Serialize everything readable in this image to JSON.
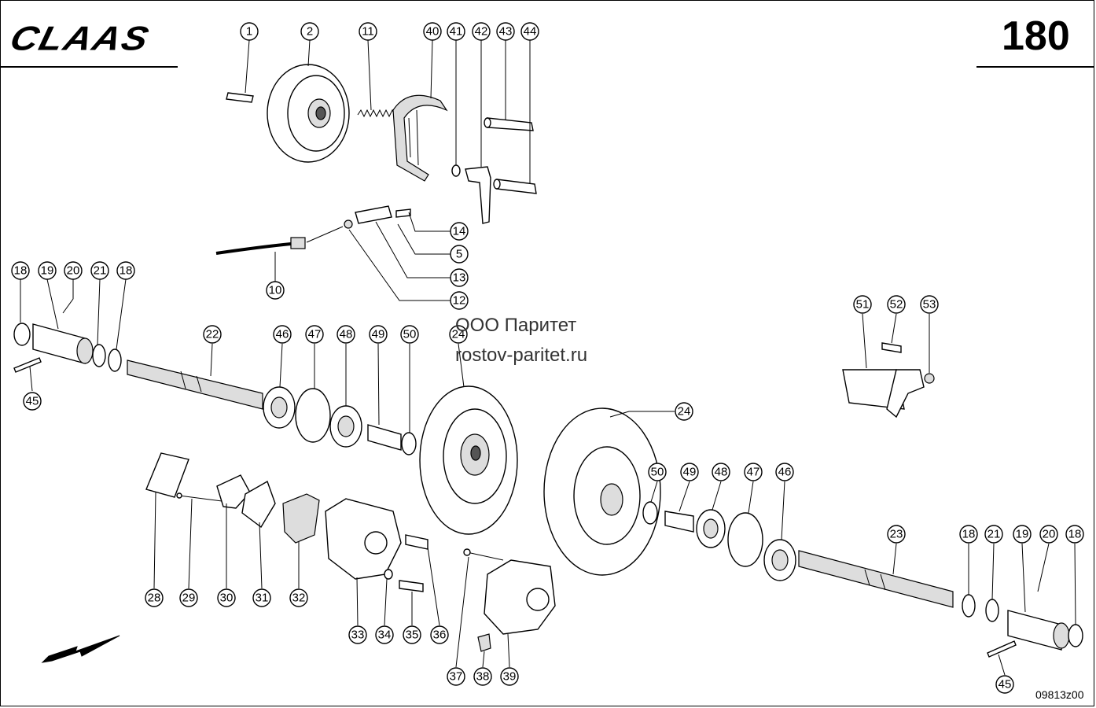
{
  "header": {
    "logo_text": "CLAAS",
    "page_number": "180"
  },
  "watermark": {
    "line1": "ООО Паритет",
    "line2": "rostov-paritet.ru"
  },
  "footer": {
    "drawing_number": "09813z00"
  },
  "callouts": [
    {
      "id": "c1",
      "label": "1"
    },
    {
      "id": "c2",
      "label": "2"
    },
    {
      "id": "c11",
      "label": "11"
    },
    {
      "id": "c40",
      "label": "40"
    },
    {
      "id": "c41",
      "label": "41"
    },
    {
      "id": "c42",
      "label": "42"
    },
    {
      "id": "c43",
      "label": "43"
    },
    {
      "id": "c44",
      "label": "44"
    },
    {
      "id": "c14",
      "label": "14"
    },
    {
      "id": "c5",
      "label": "5"
    },
    {
      "id": "c13",
      "label": "13"
    },
    {
      "id": "c12",
      "label": "12"
    },
    {
      "id": "c10",
      "label": "10"
    },
    {
      "id": "c18a",
      "label": "18"
    },
    {
      "id": "c19a",
      "label": "19"
    },
    {
      "id": "c20a",
      "label": "20"
    },
    {
      "id": "c21a",
      "label": "21"
    },
    {
      "id": "c18b",
      "label": "18"
    },
    {
      "id": "c45a",
      "label": "45"
    },
    {
      "id": "c22",
      "label": "22"
    },
    {
      "id": "c46a",
      "label": "46"
    },
    {
      "id": "c47a",
      "label": "47"
    },
    {
      "id": "c48a",
      "label": "48"
    },
    {
      "id": "c49a",
      "label": "49"
    },
    {
      "id": "c50a",
      "label": "50"
    },
    {
      "id": "c24a",
      "label": "24"
    },
    {
      "id": "c51",
      "label": "51"
    },
    {
      "id": "c52",
      "label": "52"
    },
    {
      "id": "c53",
      "label": "53"
    },
    {
      "id": "c24b",
      "label": "24"
    },
    {
      "id": "c50b",
      "label": "50"
    },
    {
      "id": "c49b",
      "label": "49"
    },
    {
      "id": "c48b",
      "label": "48"
    },
    {
      "id": "c47b",
      "label": "47"
    },
    {
      "id": "c46b",
      "label": "46"
    },
    {
      "id": "c23",
      "label": "23"
    },
    {
      "id": "c18c",
      "label": "18"
    },
    {
      "id": "c21b",
      "label": "21"
    },
    {
      "id": "c19b",
      "label": "19"
    },
    {
      "id": "c20b",
      "label": "20"
    },
    {
      "id": "c18d",
      "label": "18"
    },
    {
      "id": "c45b",
      "label": "45"
    },
    {
      "id": "c28",
      "label": "28"
    },
    {
      "id": "c29",
      "label": "29"
    },
    {
      "id": "c30",
      "label": "30"
    },
    {
      "id": "c31",
      "label": "31"
    },
    {
      "id": "c32",
      "label": "32"
    },
    {
      "id": "c33",
      "label": "33"
    },
    {
      "id": "c34",
      "label": "34"
    },
    {
      "id": "c35",
      "label": "35"
    },
    {
      "id": "c36",
      "label": "36"
    },
    {
      "id": "c37",
      "label": "37"
    },
    {
      "id": "c38",
      "label": "38"
    },
    {
      "id": "c39",
      "label": "39"
    }
  ]
}
